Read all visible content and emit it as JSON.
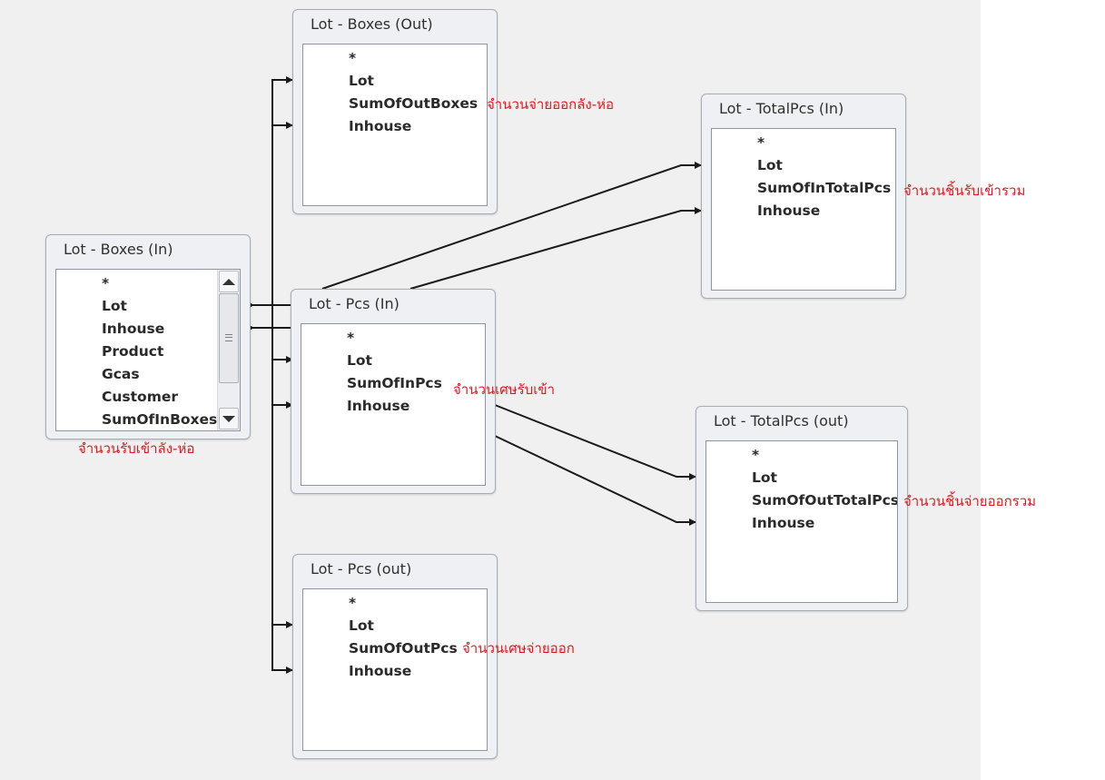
{
  "tables": {
    "boxes_out": {
      "title": "Lot - Boxes (Out)",
      "fields": [
        "*",
        "Lot",
        "SumOfOutBoxes",
        "Inhouse"
      ]
    },
    "totalpcs_in": {
      "title": "Lot - TotalPcs (In)",
      "fields": [
        "*",
        "Lot",
        "SumOfInTotalPcs",
        "Inhouse"
      ]
    },
    "boxes_in": {
      "title": "Lot - Boxes (In)",
      "fields": [
        "*",
        "Lot",
        "Inhouse",
        "Product",
        "Gcas",
        "Customer",
        "SumOfInBoxes"
      ]
    },
    "pcs_in": {
      "title": "Lot - Pcs (In)",
      "fields": [
        "*",
        "Lot",
        "SumOfInPcs",
        "Inhouse"
      ]
    },
    "totalpcs_out": {
      "title": "Lot - TotalPcs (out)",
      "fields": [
        "*",
        "Lot",
        "SumOfOutTotalPcs",
        "Inhouse"
      ]
    },
    "pcs_out": {
      "title": "Lot - Pcs (out)",
      "fields": [
        "*",
        "Lot",
        "SumOfOutPcs",
        "Inhouse"
      ]
    }
  },
  "annotations": {
    "boxes_out": "จำนวนจ่ายออกลัง-ห่อ",
    "totalpcs_in": "จำนวนชิ้นรับเข้ารวม",
    "boxes_in": "จำนวนรับเข้าลัง-ห่อ",
    "pcs_in": "จำนวนเศษรับเข้า",
    "totalpcs_out": "จำนวนชิ้นจ่ายออกรวม",
    "pcs_out": "จำนวนเศษจ่ายออก"
  },
  "colors": {
    "annotation": "#e8141c",
    "canvas": "#f0f0f0",
    "lines": "#1a1a1a"
  },
  "icons": {
    "scroll_up": "triangle-up-icon",
    "scroll_down": "triangle-down-icon",
    "scroll_grip": "grip-lines-icon"
  }
}
